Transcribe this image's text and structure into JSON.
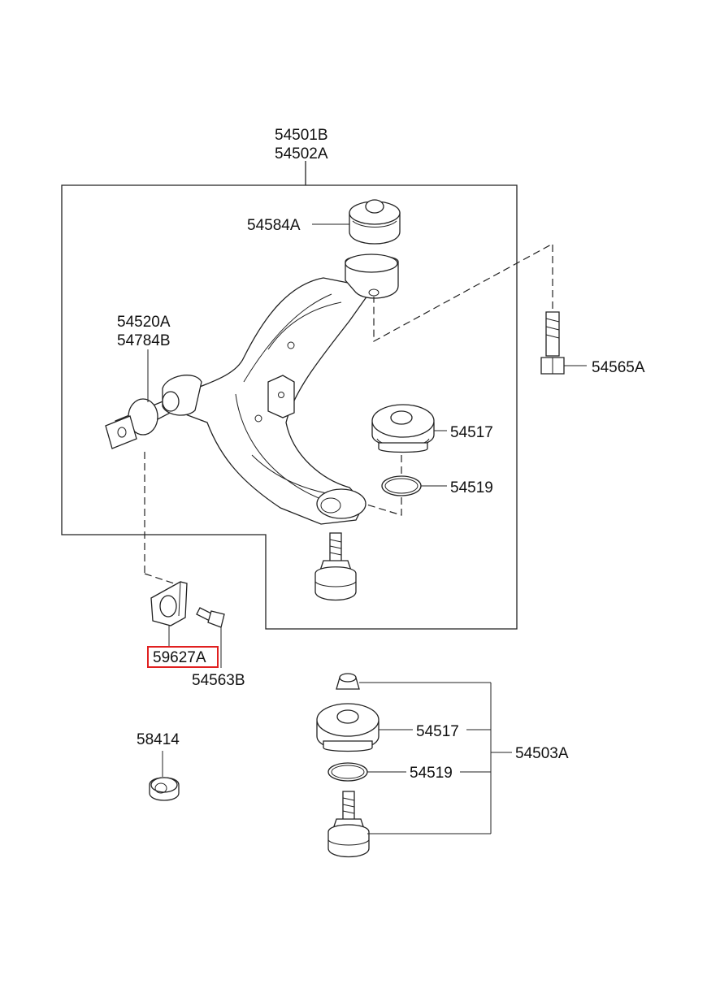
{
  "diagram": {
    "labels": {
      "arm_assy_1": "54501B",
      "arm_assy_2": "54502A",
      "bushing_top": "54584A",
      "bolt": "54565A",
      "bushing_rear_1": "54520A",
      "bushing_rear_2": "54784B",
      "dust_cover_upper": "54517",
      "snap_ring_upper": "54519",
      "bracket": "59627A",
      "bracket_bolt": "54563B",
      "plug": "58414",
      "dust_cover_lower": "54517",
      "snap_ring_lower": "54519",
      "ball_joint_assy": "54503A"
    },
    "highlighted_part": "59627A",
    "colors": {
      "line": "#222222",
      "highlight": "#e02020"
    }
  }
}
